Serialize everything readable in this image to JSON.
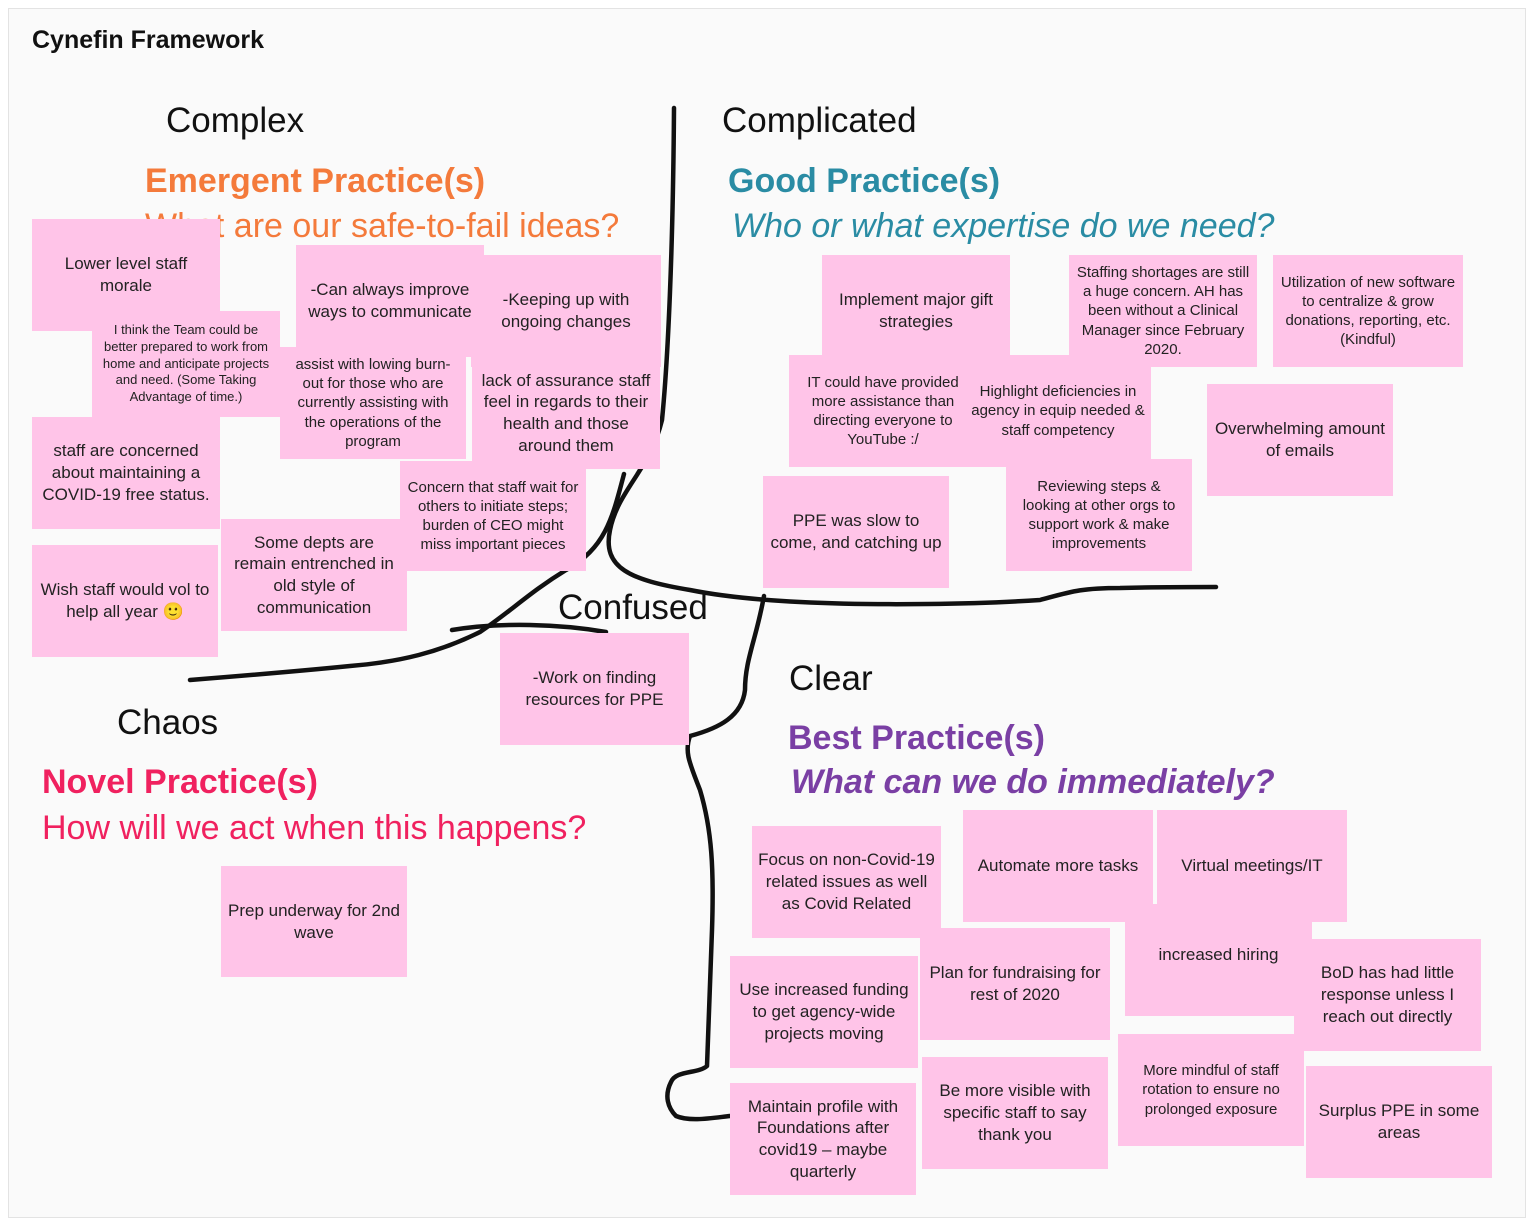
{
  "board": {
    "title": "Cynefin Framework"
  },
  "colors": {
    "note": "#ffc4e8",
    "complex": "#f47a3b",
    "complicated": "#2a8ca4",
    "clear": "#7a3fa4",
    "chaos": "#f0215f",
    "line": "#111111"
  },
  "domains": {
    "complex": {
      "name": "Complex",
      "practice": "Emergent Practice(s)",
      "question": "What are our safe-to-fail ideas?"
    },
    "complicated": {
      "name": "Complicated",
      "practice": "Good Practice(s)",
      "question": "Who or what expertise do we need?"
    },
    "confused": {
      "name": "Confused"
    },
    "clear": {
      "name": "Clear",
      "practice": "Best Practice(s)",
      "question": "What can we do immediately?"
    },
    "chaos": {
      "name": "Chaos",
      "practice": "Novel Practice(s)",
      "question": "How will we act when this happens?"
    }
  },
  "notes": {
    "complex": [
      "Lower level staff morale",
      "I think the Team could be better prepared to work from home and anticipate projects and need. (Some Taking Advantage of time.)",
      "-Can always improve ways to communicate",
      "-Keeping up with ongoing changes",
      "assist with lowing burn-out for those who are currently assisting with the operations of the program",
      "lack of assurance staff feel in regards to their health and those around them",
      "staff are concerned about maintaining a COVID-19 free status.",
      "Concern that staff wait for others to initiate steps; burden of CEO might miss important pieces",
      "Some depts are remain entrenched in old style of communication",
      "Wish staff would vol to help all year 🙂"
    ],
    "complicated": [
      "Implement major gift strategies",
      "Staffing shortages are still a huge concern.  AH has been without a Clinical Manager since February 2020.",
      "Utilization of new software to centralize & grow donations, reporting, etc. (Kindful)",
      "IT could have provided more assistance than directing everyone to YouTube :/",
      "Highlight deficiencies in agency in equip needed & staff competency",
      "Overwhelming amount of emails",
      "PPE was slow to come, and catching up",
      "Reviewing steps & looking at other orgs to support work & make improvements"
    ],
    "confused": [
      "-Work on finding resources for PPE"
    ],
    "chaos": [
      "Prep underway for 2nd wave"
    ],
    "clear": [
      "Focus on non-Covid-19 related issues as well as Covid Related",
      "Automate more tasks",
      "Virtual meetings/IT",
      "Use increased funding to get agency-wide projects moving",
      "Plan for fundraising for rest of 2020",
      "increased hiring",
      "BoD has had little response unless I reach out directly",
      "More mindful of staff rotation to ensure no prolonged exposure",
      "Be more visible with specific staff to say thank you",
      "Maintain profile with Foundations after covid19 – maybe quarterly",
      "Surplus PPE in some areas"
    ]
  }
}
